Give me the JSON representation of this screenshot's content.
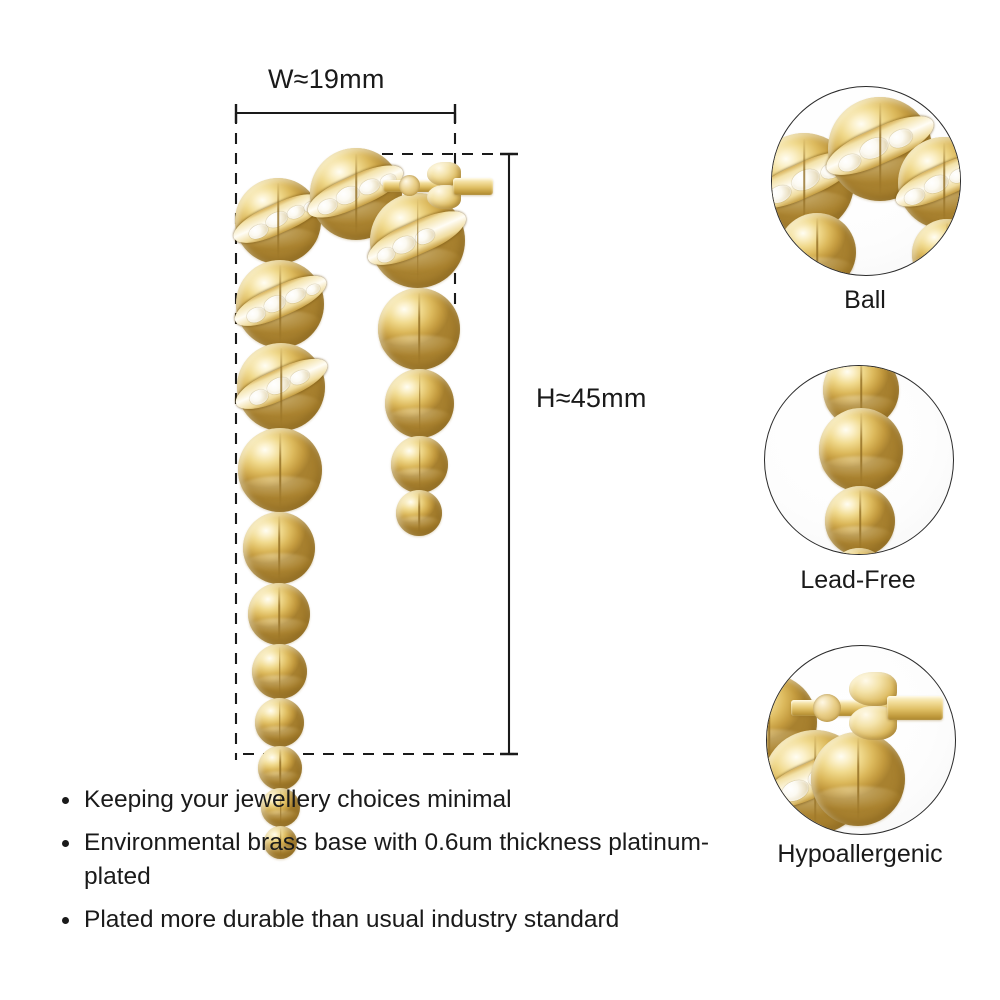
{
  "dimensions": {
    "width_label": "W≈19mm",
    "height_label": "H≈45mm"
  },
  "product": {
    "name": "gold-beaded-drop-earrings",
    "metal_color": "#e0be68",
    "stone_color": "#ffffff"
  },
  "features": [
    {
      "caption": "Ball",
      "icon": "beaded-ball-cluster-photo"
    },
    {
      "caption": "Lead-Free",
      "icon": "graduated-bead-column-photo"
    },
    {
      "caption": "Hypoallergenic",
      "icon": "earring-post-butterfly-back-photo"
    }
  ],
  "bullets": [
    "Keeping your jewellery choices minimal",
    "Environmental brass base with 0.6um thickness platinum-plated",
    "Plated more durable than usual industry standard"
  ],
  "colors": {
    "background": "#ffffff",
    "text": "#1a1a1a",
    "dimension_line": "#1a1a1a",
    "gold_highlight": "#fffdf2",
    "gold_mid": "#e0be68",
    "gold_shadow": "#a8812f"
  }
}
